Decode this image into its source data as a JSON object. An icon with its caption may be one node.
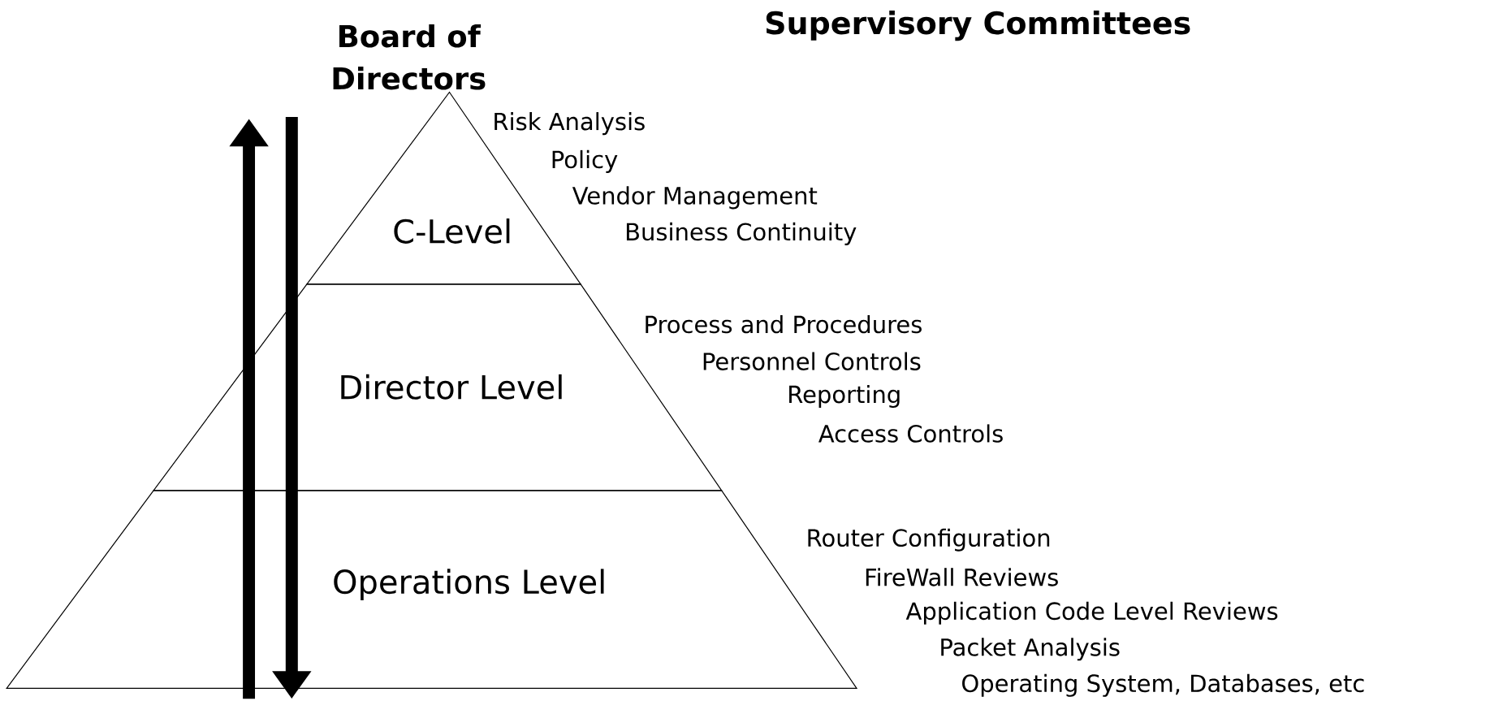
{
  "diagram": {
    "title": "Supervisory Committees",
    "nodes": [
      {
        "text": [
          "C-Level"
        ]
      },
      {
        "text": [
          "Director Level"
        ]
      },
      {
        "text": [
          "Operations Level"
        ]
      }
    ],
    "labels": [
      "Board of Directors",
      "Risk Analysis",
      "Policy",
      "Vendor Management",
      "Business Continuity",
      "Process and Procedures",
      "Personnel Controls",
      "Reporting",
      "Access Controls",
      "Router Configuration",
      "FireWall Reviews",
      "Application Code Level Reviews",
      "Packet Analysis",
      "Operating System, Databases, etc"
    ]
  }
}
